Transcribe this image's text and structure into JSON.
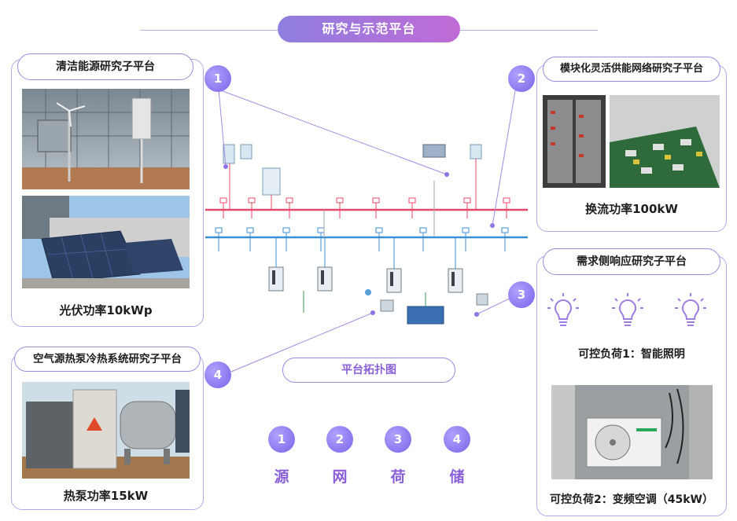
{
  "title": "研究与示范平台",
  "center_label": "平台拓扑图",
  "panels": {
    "clean_energy": {
      "title": "清洁能源研究子平台",
      "caption": "光伏功率10kWp"
    },
    "modular_grid": {
      "title": "模块化灵活供能网络研究子平台",
      "caption": "换流功率100kW"
    },
    "demand_response": {
      "title": "需求侧响应研究子平台",
      "load1": "可控负荷1：智能照明",
      "load2": "可控负荷2：变频空调（45kW）"
    },
    "heat_pump": {
      "title": "空气源热泵冷热系统研究子平台",
      "caption": "热泵功率15kW"
    }
  },
  "markers": [
    "1",
    "2",
    "3",
    "4"
  ],
  "legend": [
    {
      "num": "1",
      "label": "源"
    },
    {
      "num": "2",
      "label": "网"
    },
    {
      "num": "3",
      "label": "荷"
    },
    {
      "num": "4",
      "label": "储"
    }
  ],
  "colors": {
    "accent": "#8f7fe0",
    "ac_bus": "#e8496b",
    "dc_bus": "#3b8fd6",
    "border": "#b7a7ea"
  }
}
